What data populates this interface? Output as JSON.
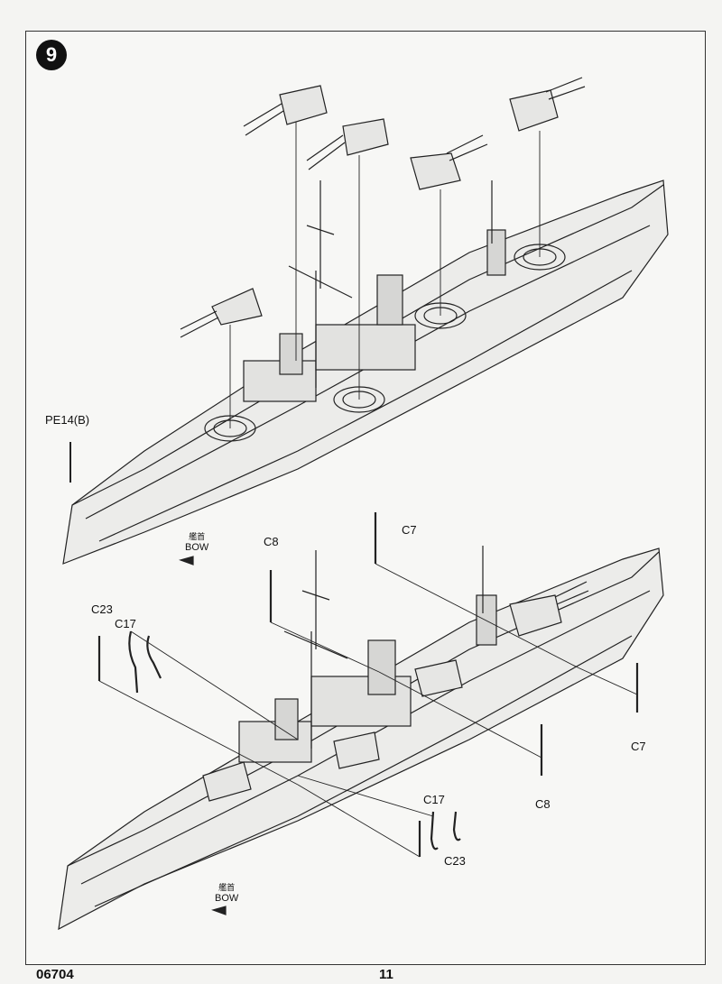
{
  "step": {
    "number": "9"
  },
  "labels": {
    "pe14b": "PE14(B)",
    "c7_top": "C7",
    "c7_right": "C7",
    "c8_top": "C8",
    "c8_bottom": "C8",
    "c23_left": "C23",
    "c23_bottom": "C23",
    "c17_left": "C17",
    "c17_bottom": "C17"
  },
  "bow_upper": {
    "cn": "艦首",
    "en": "BOW"
  },
  "bow_lower": {
    "cn": "艦首",
    "en": "BOW"
  },
  "footer": {
    "code": "06704",
    "page": "11"
  }
}
